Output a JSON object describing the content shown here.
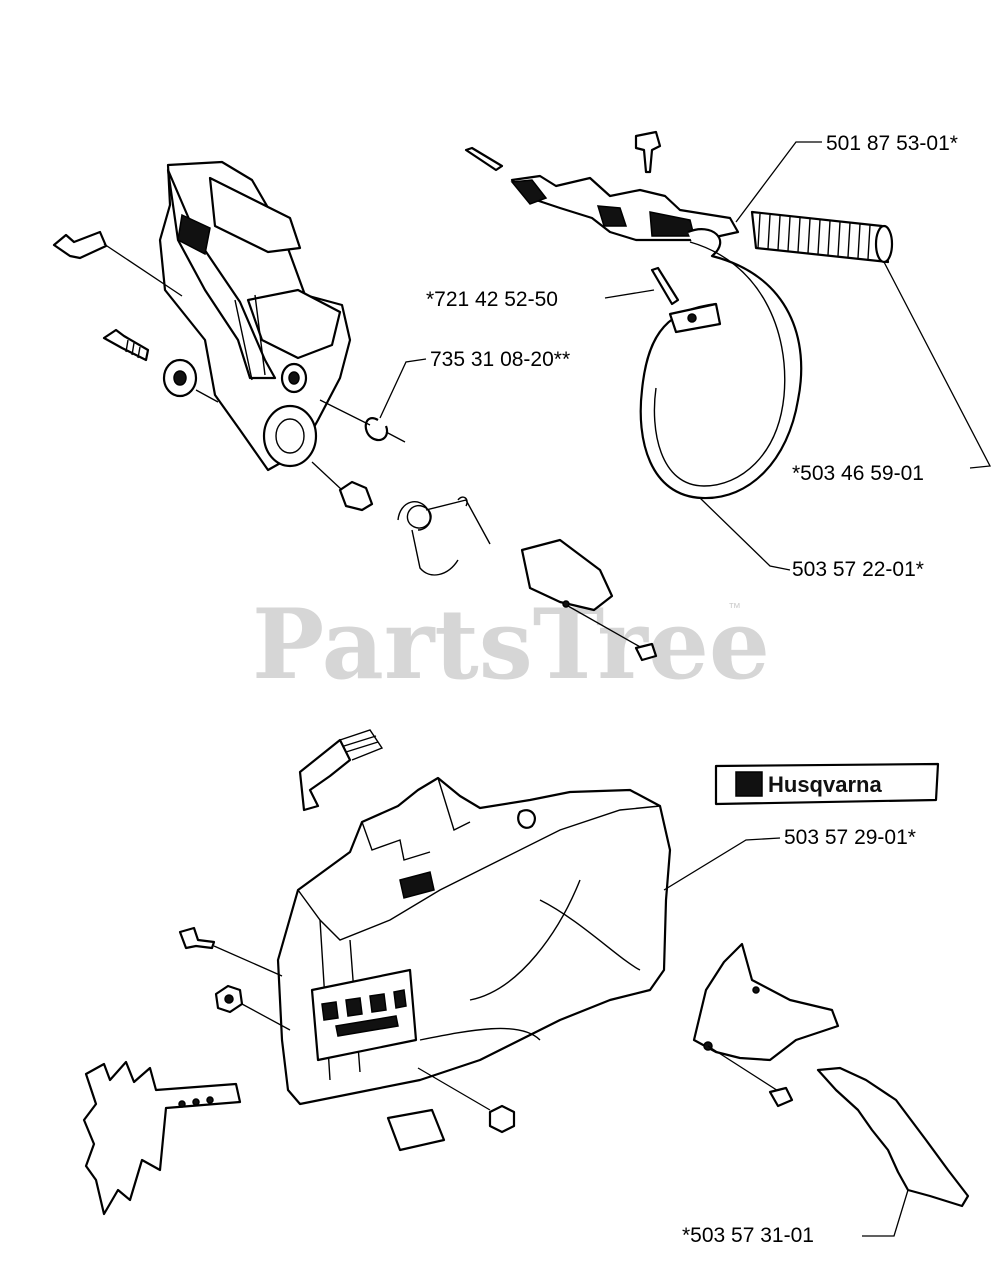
{
  "watermark": {
    "text": "PartsTree",
    "trademark": "™"
  },
  "logo": {
    "text": "Husqvarna"
  },
  "labels": [
    {
      "id": "p1",
      "text": "501 87 53-01*"
    },
    {
      "id": "p2",
      "text": "*721 42 52-50"
    },
    {
      "id": "p3",
      "text": "735 31 08-20**"
    },
    {
      "id": "p4",
      "text": "*503 46 59-01"
    },
    {
      "id": "p5",
      "text": "503 57 22-01*"
    },
    {
      "id": "p6",
      "text": "503 57 29-01*"
    },
    {
      "id": "p7",
      "text": "*503 57 31-01"
    }
  ]
}
